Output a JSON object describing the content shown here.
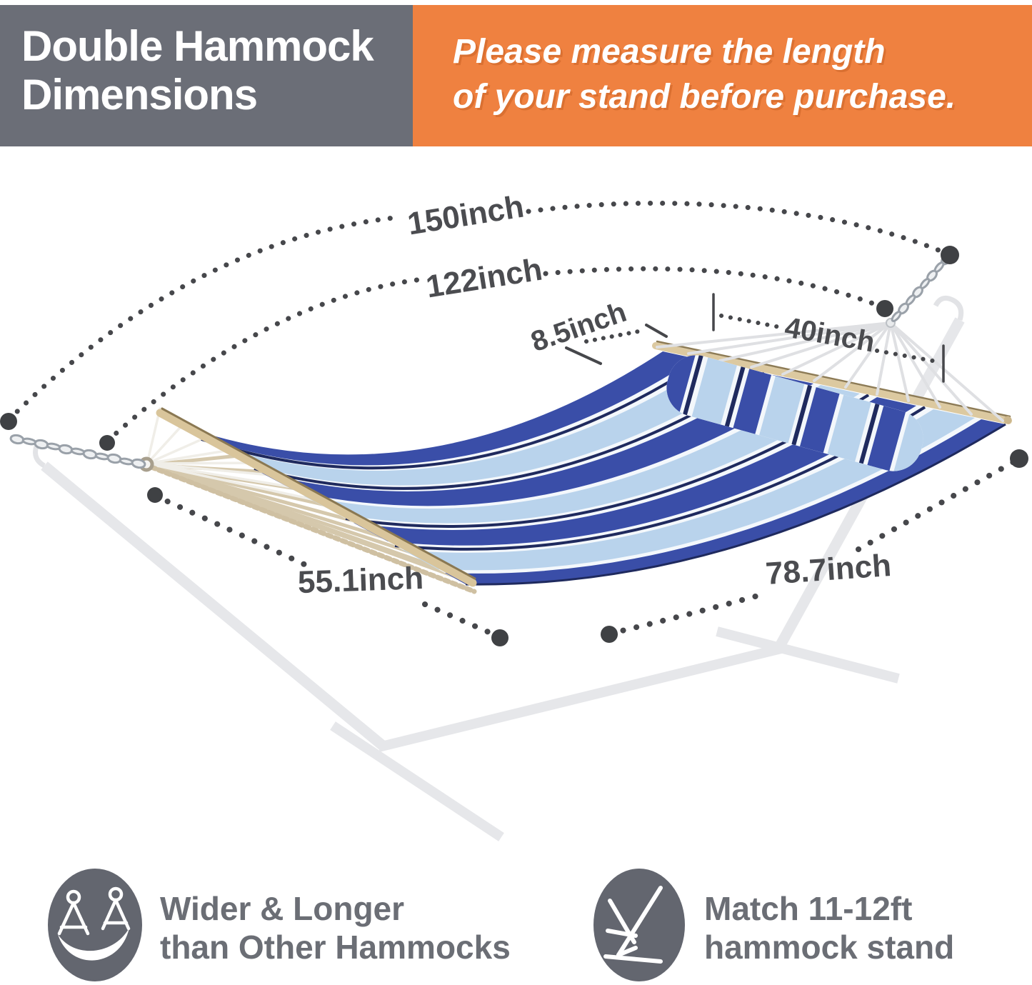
{
  "header": {
    "title_line1": "Double Hammock",
    "title_line2": "Dimensions",
    "notice_line1": "Please measure the length",
    "notice_line2": "of your stand before purchase."
  },
  "dimensions": {
    "total_length": "150inch",
    "frame_length": "122inch",
    "pillow_offset": "8.5inch",
    "bar_width": "40inch",
    "bed_width": "55.1inch",
    "bed_length": "78.7inch"
  },
  "features": [
    {
      "icon": "double-hammock-icon",
      "line1": "Wider & Longer",
      "line2": "than Other Hammocks"
    },
    {
      "icon": "hammock-stand-icon",
      "line1": "Match 11-12ft",
      "line2": "hammock stand"
    }
  ],
  "palette": {
    "header_gray": "#6b6e77",
    "header_orange": "#ef8140",
    "text_white": "#ffffff",
    "dimension_text": "#4b4c50",
    "dot_color": "#46474b",
    "bed_navy": "#3a4ea8",
    "bed_light_blue": "#b9d3ec",
    "bed_dark_navy": "#1f2a5e",
    "wood_bar_tan": "#d9c59b",
    "rope_tan": "#d5c8ac",
    "chain_silver": "#9aa1a9",
    "stand_ghost_gray": "#e6e7ea",
    "feature_circle_gray": "#63666f",
    "feature_text_gray": "#6b6e75"
  }
}
